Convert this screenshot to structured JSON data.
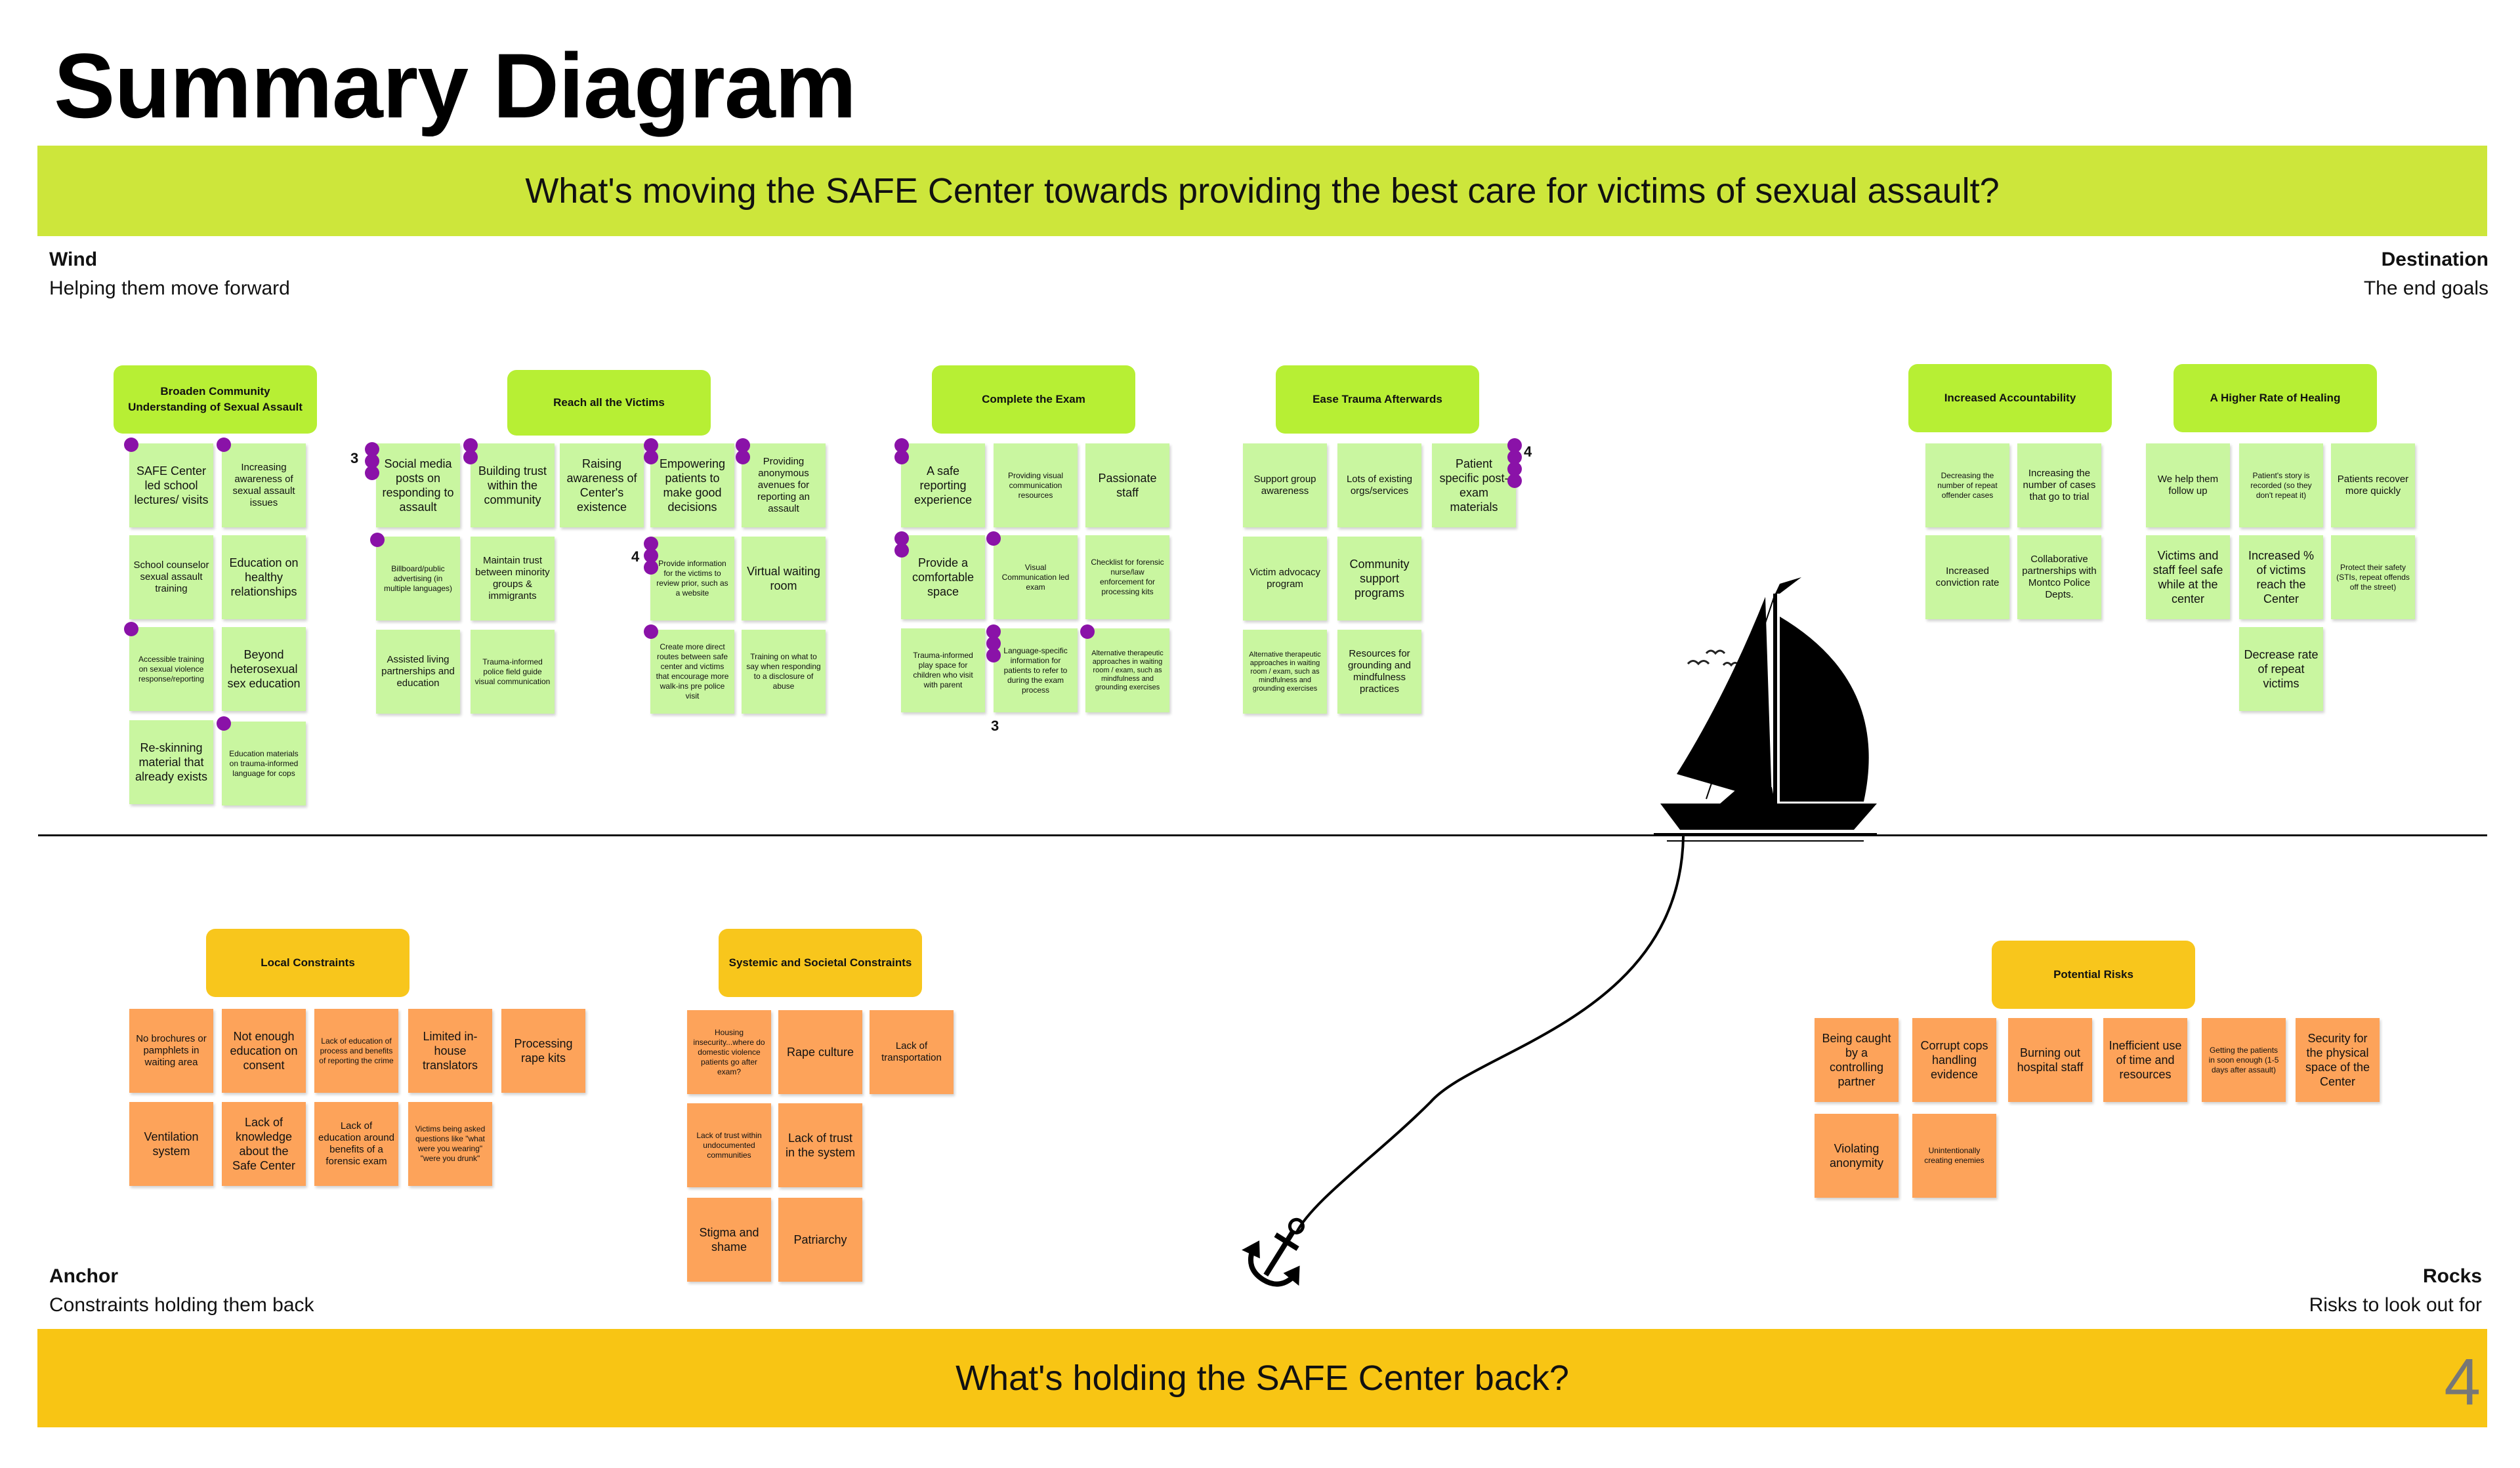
{
  "title": "Summary Diagram",
  "top_question": "What's moving the SAFE Center towards providing the best care for victims of sexual assault?",
  "bottom_question": "What's holding the SAFE Center back?",
  "page_number": "4",
  "labels": {
    "wind": {
      "title": "Wind",
      "subtitle": "Helping them move forward"
    },
    "destination": {
      "title": "Destination",
      "subtitle": "The end goals"
    },
    "anchor": {
      "title": "Anchor",
      "subtitle": "Constraints holding them back"
    },
    "rocks": {
      "title": "Rocks",
      "subtitle": "Risks to look out for"
    }
  },
  "colors": {
    "top_band": "#cde63b",
    "bottom_band": "#f8c514",
    "green_note": "#c9f6a0",
    "orange_note": "#fda35a",
    "green_header": "#b7ef34",
    "orange_header": "#f8c61c",
    "vote_dot": "#8a12a8"
  },
  "icons": [
    "sailboat-icon",
    "anchor-icon",
    "birds-icon"
  ],
  "vote_counts": [
    "3",
    "4",
    "4",
    "3"
  ],
  "groups": {
    "broaden": {
      "title": "Broaden Community Understanding of Sexual Assault",
      "notes": [
        "SAFE Center led school lectures/ visits",
        "Increasing awareness of sexual assault issues",
        "School counselor sexual assault training",
        "Education on healthy relationships",
        "Accessible training on sexual violence response/reporting",
        "Beyond heterosexual sex education",
        "Re-skinning material that already exists",
        "Education materials on trauma-informed language for cops"
      ]
    },
    "reach": {
      "title": "Reach all the Victims",
      "notes": [
        "Social media posts on responding to assault",
        "Building trust within the community",
        "Raising awareness of Center's existence",
        "Empowering patients to make good decisions",
        "Providing anonymous avenues for reporting an assault",
        "Billboard/public advertising (in multiple languages)",
        "Maintain trust between minority groups & immigrants",
        "Provide information for the victims to review prior, such as a website",
        "Virtual waiting room",
        "Assisted living partnerships and education",
        "Trauma-informed police field guide visual communication",
        "Create more direct routes between safe center and victims that encourage more walk-ins pre police visit",
        "Training on what to say when responding to a disclosure of abuse"
      ]
    },
    "exam": {
      "title": "Complete the Exam",
      "notes": [
        "A safe reporting experience",
        "Providing visual communication resources",
        "Passionate staff",
        "Provide a comfortable space",
        "Visual Communication led exam",
        "Checklist for forensic nurse/law enforcement for processing kits",
        "Trauma-informed play space for children who visit with parent",
        "Language-specific information for patients to refer to during the exam process",
        "Alternative therapeutic approaches in waiting room / exam, such as mindfulness and grounding exercises"
      ]
    },
    "trauma": {
      "title": "Ease Trauma Afterwards",
      "notes": [
        "Support group awareness",
        "Lots of existing orgs/services",
        "Patient specific post-exam materials",
        "Victim advocacy program",
        "Community support programs",
        "Alternative therapeutic approaches in waiting room / exam, such as mindfulness and grounding exercises",
        "Resources for grounding and mindfulness practices"
      ]
    },
    "accountability": {
      "title": "Increased Accountability",
      "notes": [
        "Decreasing the number of repeat offender cases",
        "Increasing the number of cases that go to trial",
        "Increased conviction rate",
        "Collaborative partnerships with Montco Police Depts."
      ]
    },
    "healing": {
      "title": "A Higher Rate of Healing",
      "notes": [
        "We help them follow up",
        "Patient's story is recorded (so they don't repeat it)",
        "Patients recover more quickly",
        "Victims and staff feel safe while at the center",
        "Increased % of victims reach the Center",
        "Protect their safety (STIs, repeat offends off the street)",
        "Decrease rate of repeat victims"
      ]
    },
    "local": {
      "title": "Local Constraints",
      "notes": [
        "No brochures or pamphlets in waiting area",
        "Not enough education on consent",
        "Lack of education of process and benefits of reporting the crime",
        "Limited in-house translators",
        "Processing rape kits",
        "Ventilation system",
        "Lack of knowledge about the Safe Center",
        "Lack of education around benefits of a forensic exam",
        "Victims being asked questions like \"what were you wearing\" \"were you drunk\""
      ]
    },
    "systemic": {
      "title": "Systemic and Societal Constraints",
      "notes": [
        "Housing insecurity...where do domestic violence patients go after exam?",
        "Rape culture",
        "Lack of transportation",
        "Lack of trust within undocumented communities",
        "Lack of trust in the system",
        "Stigma and shame",
        "Patriarchy"
      ]
    },
    "risks": {
      "title": "Potential Risks",
      "notes": [
        "Being caught by a controlling partner",
        "Corrupt cops handling evidence",
        "Burning out hospital staff",
        "Inefficient use of time and resources",
        "Getting the patients in soon enough (1-5 days after assault)",
        "Security for the physical space of the Center",
        "Violating anonymity",
        "Unintentionally creating enemies"
      ]
    }
  }
}
